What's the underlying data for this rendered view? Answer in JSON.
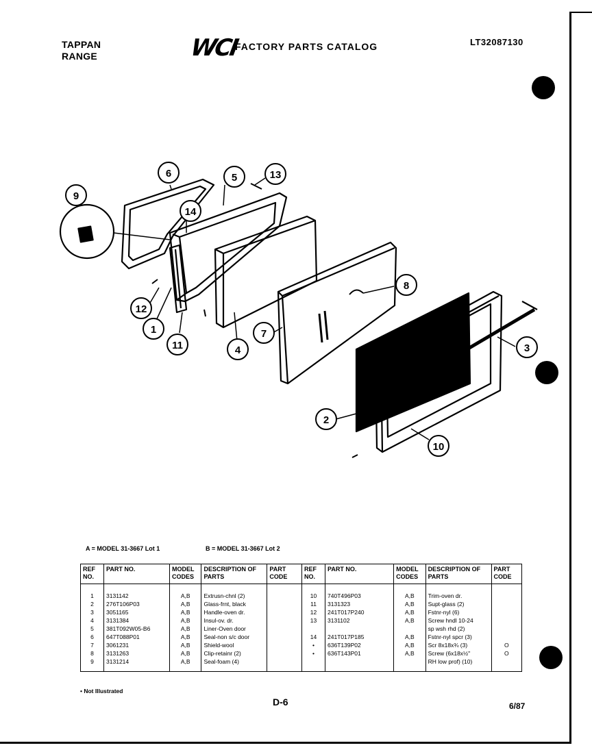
{
  "header": {
    "brand_line1": "TAPPAN",
    "brand_line2": "RANGE",
    "logo": "WCI",
    "catalog_title": "FACTORY PARTS CATALOG",
    "catalog_number": "LT32087130"
  },
  "diagram": {
    "callouts": [
      "1",
      "2",
      "3",
      "4",
      "5",
      "6",
      "7",
      "8",
      "9",
      "10",
      "11",
      "12",
      "13",
      "14"
    ]
  },
  "models": {
    "a": "A = MODEL 31-3667 Lot 1",
    "b": "B = MODEL 31-3667 Lot 2"
  },
  "table": {
    "headers": {
      "ref": "REF NO.",
      "part": "PART NO.",
      "codes": "MODEL CODES",
      "desc": "DESCRIPTION OF PARTS",
      "pcode": "PART CODE"
    },
    "left_rows": [
      {
        "ref": "1",
        "part": "3131142",
        "codes": "A,B",
        "desc": "Extrusn-chnl (2)",
        "pcode": ""
      },
      {
        "ref": "2",
        "part": "276T106P03",
        "codes": "A,B",
        "desc": "Glass-frnt, black",
        "pcode": ""
      },
      {
        "ref": "3",
        "part": "3051165",
        "codes": "A,B",
        "desc": "Handle-oven dr.",
        "pcode": ""
      },
      {
        "ref": "4",
        "part": "3131384",
        "codes": "A,B",
        "desc": "Insul-ov. dr.",
        "pcode": ""
      },
      {
        "ref": "5",
        "part": "381T092W05-B6",
        "codes": "A,B",
        "desc": "Liner-Oven door",
        "pcode": ""
      },
      {
        "ref": "6",
        "part": "647T088P01",
        "codes": "A,B",
        "desc": "Seal-non s/c door",
        "pcode": ""
      },
      {
        "ref": "7",
        "part": "3061231",
        "codes": "A,B",
        "desc": "Shield-wool",
        "pcode": ""
      },
      {
        "ref": "8",
        "part": "3131263",
        "codes": "A,B",
        "desc": "Clip-retainr (2)",
        "pcode": ""
      },
      {
        "ref": "9",
        "part": "3131214",
        "codes": "A,B",
        "desc": "Seal-foam (4)",
        "pcode": ""
      }
    ],
    "right_rows": [
      {
        "ref": "10",
        "part": "740T496P03",
        "codes": "A,B",
        "desc": "Trim-oven dr.",
        "pcode": ""
      },
      {
        "ref": "11",
        "part": "3131323",
        "codes": "A,B",
        "desc": "Supt-glass (2)",
        "pcode": ""
      },
      {
        "ref": "12",
        "part": "241T017P240",
        "codes": "A,B",
        "desc": "Fstnr-nyl (6)",
        "pcode": ""
      },
      {
        "ref": "13",
        "part": "3131102",
        "codes": "A,B",
        "desc": "Screw hndl 10-24",
        "pcode": ""
      },
      {
        "ref": "",
        "part": "",
        "codes": "",
        "desc": "sp wsh rhd (2)",
        "pcode": ""
      },
      {
        "ref": "14",
        "part": "241T017P185",
        "codes": "A,B",
        "desc": "Fstnr-nyl spcr (3)",
        "pcode": ""
      },
      {
        "ref": "•",
        "part": "636T139P02",
        "codes": "A,B",
        "desc": "Scr 8x18x¾ (3)",
        "pcode": "O"
      },
      {
        "ref": "•",
        "part": "636T143P01",
        "codes": "A,B",
        "desc": "Screw (6x18x½\"",
        "pcode": "O"
      },
      {
        "ref": "",
        "part": "",
        "codes": "",
        "desc": "RH low prof) (10)",
        "pcode": ""
      }
    ]
  },
  "footer": {
    "note": "• Not Illustrated",
    "page": "D-6",
    "date": "6/87"
  }
}
